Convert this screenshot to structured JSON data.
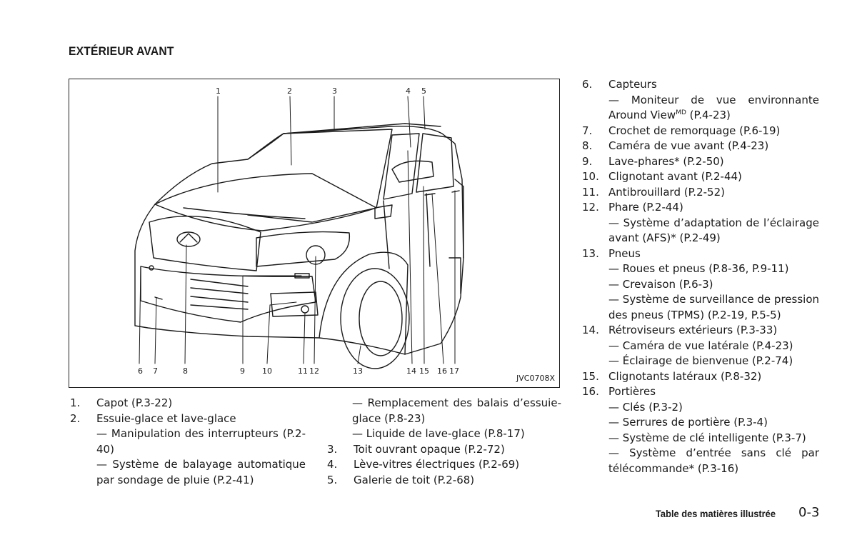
{
  "page": {
    "title": "EXTÉRIEUR AVANT",
    "figure_code": "JVC0708X",
    "footer_label": "Table des matières illustrée",
    "page_number": "0-3"
  },
  "callouts": [
    "1",
    "2",
    "3",
    "4",
    "5",
    "6",
    "7",
    "8",
    "9",
    "10",
    "11",
    "12",
    "13",
    "14",
    "15",
    "16",
    "17"
  ],
  "col1": {
    "i1_num": "1.",
    "i1_text": "Capot (P.3-22)",
    "i2_num": "2.",
    "i2_text": "Essuie-glace et lave-glace",
    "i2_sub1": "— Manipulation des interrupteurs (P.2-40)",
    "i2_sub2": "— Système de balayage automatique par sondage de pluie (P.2-41)"
  },
  "col2": {
    "cont1": "— Remplacement des balais d’essuie-glace (P.8-23)",
    "cont2": "— Liquide de lave-glace (P.8-17)",
    "i3_num": "3.",
    "i3_text": "Toit ouvrant opaque (P.2-72)",
    "i4_num": "4.",
    "i4_text": "Lève-vitres électriques (P.2-69)",
    "i5_num": "5.",
    "i5_text": "Galerie de toit (P.2-68)"
  },
  "col3": {
    "i6_num": "6.",
    "i6_text": "Capteurs",
    "i6_sub1a": "— Moniteur de vue environnante Around View",
    "i6_sub1_sup": "MD",
    "i6_sub1b": " (P.4-23)",
    "i7_num": "7.",
    "i7_text": "Crochet de remorquage (P.6-19)",
    "i8_num": "8.",
    "i8_text": "Caméra de vue avant (P.4-23)",
    "i9_num": "9.",
    "i9_text": "Lave-phares* (P.2-50)",
    "i10_num": "10.",
    "i10_text": "Clignotant avant (P.2-44)",
    "i11_num": "11.",
    "i11_text": "Antibrouillard (P.2-52)",
    "i12_num": "12.",
    "i12_text": "Phare (P.2-44)",
    "i12_sub1": "— Système d’adaptation de l’éclairage avant (AFS)* (P.2-49)",
    "i13_num": "13.",
    "i13_text": "Pneus",
    "i13_sub1": "— Roues et pneus (P.8-36, P.9-11)",
    "i13_sub2": "— Crevaison (P.6-3)",
    "i13_sub3": "— Système de surveillance de pression des pneus (TPMS) (P.2-19, P.5-5)",
    "i14_num": "14.",
    "i14_text": "Rétroviseurs extérieurs (P.3-33)",
    "i14_sub1": "— Caméra de vue latérale (P.4-23)",
    "i14_sub2": "— Éclairage de bienvenue (P.2-74)",
    "i15_num": "15.",
    "i15_text": "Clignotants latéraux (P.8-32)",
    "i16_num": "16.",
    "i16_text": "Portières",
    "i16_sub1": "— Clés (P.3-2)",
    "i16_sub2": "— Serrures de portière (P.3-4)",
    "i16_sub3": "— Système de clé intelligente (P.3-7)",
    "i16_sub4": "— Système d’entrée sans clé par télécommande* (P.3-16)"
  }
}
